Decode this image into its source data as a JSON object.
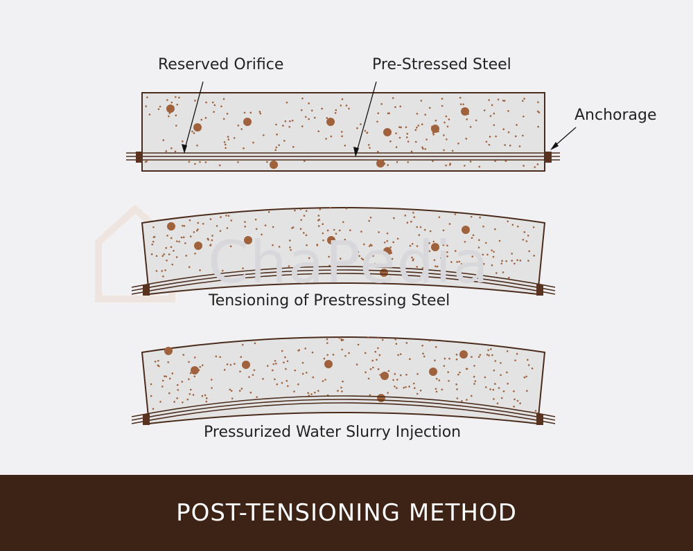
{
  "labels": {
    "reserved_orifice": "Reserved Orifice",
    "pre_stressed_steel": "Pre-Stressed Steel",
    "anchorage": "Anchorage",
    "caption_tensioning": "Tensioning of Prestressing Steel",
    "caption_injection": "Pressurized Water Slurry Injection"
  },
  "watermark": {
    "text": "ChaPedia"
  },
  "footer": {
    "title": "POST-TENSIONING METHOD"
  },
  "colors": {
    "background": "#f1f1f3",
    "beam_fill": "#e3e3e3",
    "outline": "#4a2a1a",
    "aggregate": "#a0623c",
    "footer_bg": "#3d2216",
    "footer_text": "#ffffff",
    "anchor": "#5a3320"
  }
}
